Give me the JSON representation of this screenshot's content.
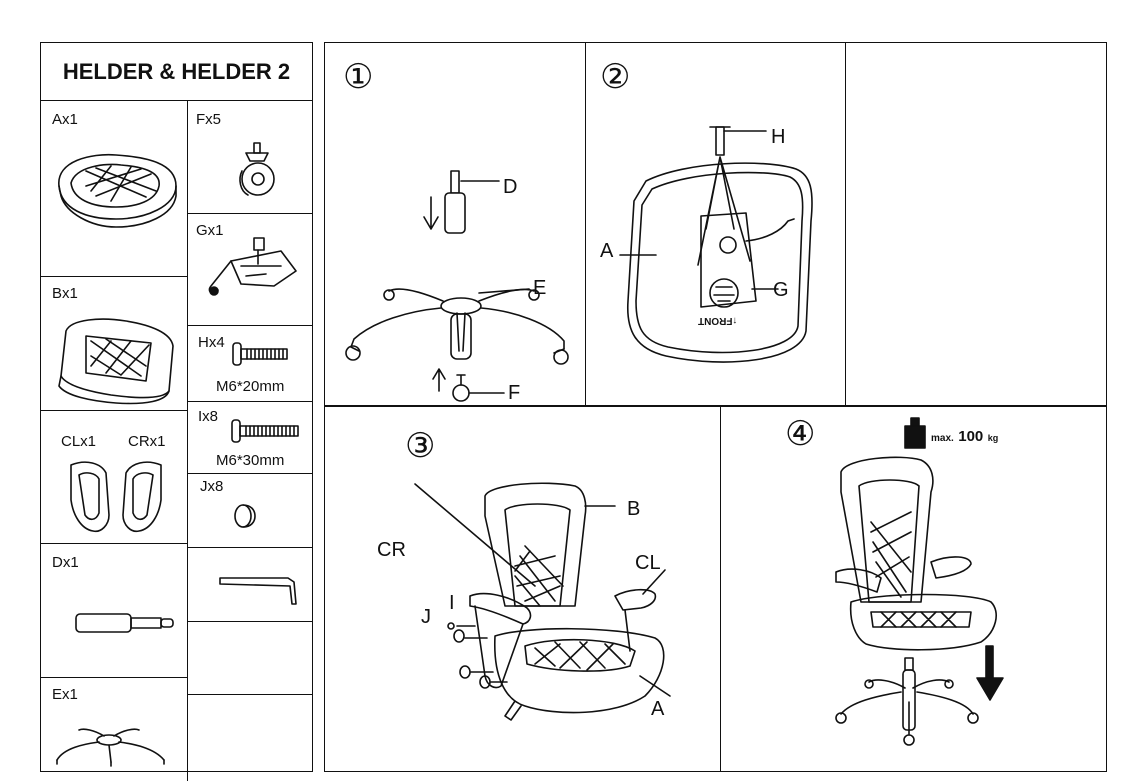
{
  "header": {
    "title": "HELDER & HELDER 2"
  },
  "parts": {
    "A": "Ax1",
    "B": "Bx1",
    "CL": "CLx1",
    "CR": "CRx1",
    "D": "Dx1",
    "E": "Ex1",
    "F": "Fx5",
    "G": "Gx1",
    "H": "Hx4",
    "H_size": "M6*20mm",
    "I": "Ix8",
    "I_size": "M6*30mm",
    "J": "Jx8"
  },
  "steps": {
    "s1": {
      "number": "①",
      "labels": {
        "D": "D",
        "E": "E",
        "F": "F"
      }
    },
    "s2": {
      "number": "②",
      "labels": {
        "H": "H",
        "A": "A",
        "G": "G"
      },
      "front": "↑FRONT"
    },
    "s3": {
      "number": "③",
      "labels": {
        "B": "B",
        "CR": "CR",
        "CL": "CL",
        "J": "J",
        "I": "I",
        "A": "A"
      }
    },
    "s4": {
      "number": "④",
      "max_prefix": "max.",
      "max_value": "100",
      "max_unit": "kg"
    }
  },
  "icons": [
    "seat-icon",
    "backrest-icon",
    "armrest-icon",
    "gas-lift-icon",
    "base-icon",
    "caster-icon",
    "mechanism-icon",
    "bolt-icon",
    "cap-icon",
    "allen-key-icon",
    "weight-icon",
    "down-arrow-icon"
  ]
}
